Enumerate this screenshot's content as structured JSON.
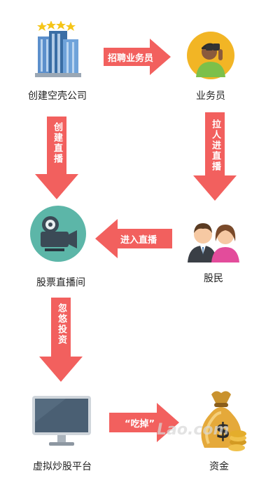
{
  "colors": {
    "arrow": "#f2605e",
    "building": "#3a6ea5",
    "camera_bg": "#5cb6a8",
    "monitor": "#4a5f73"
  },
  "nodes": {
    "shell_company": "创建空壳公司",
    "salesman": "业务员",
    "live_room": "股票直播间",
    "investors": "股民",
    "fake_platform": "虚拟炒股平台",
    "funds": "资金"
  },
  "arrows": {
    "recruit": "招聘业务员",
    "create_live": "创建直播",
    "pull_people": "拉人进直播",
    "enter_live": "进入直播",
    "deceive_invest": "忽悠投资",
    "eat": "“吃掉”"
  },
  "icons": {
    "building": "building-icon",
    "salesman": "binoculars-person-icon",
    "camera": "video-camera-icon",
    "investors": "couple-icon",
    "monitor": "monitor-icon",
    "money": "money-bag-icon"
  },
  "watermark": "Lao.com"
}
